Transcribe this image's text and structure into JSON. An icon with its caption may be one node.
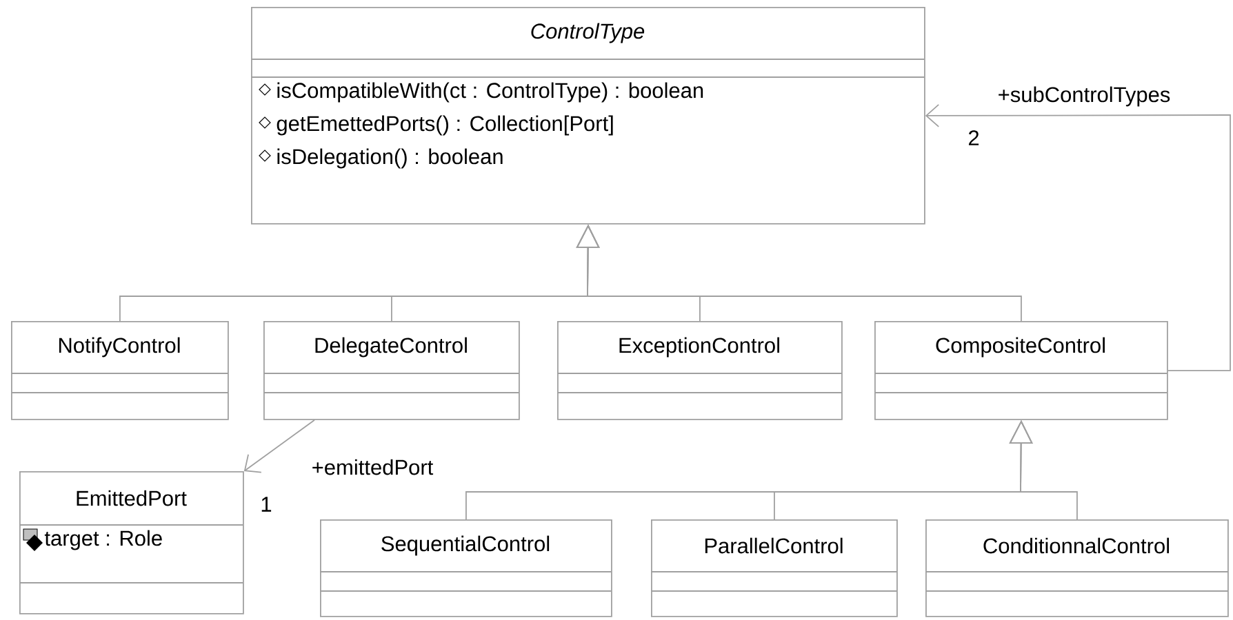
{
  "diagram": {
    "nodes": [
      {
        "text": [
          "ControlType",
          "isCompatibleWith(ct : ControlType) : boolean",
          "getEmettedPorts() : Collection[Port]",
          "isDelegation() : boolean"
        ]
      },
      {
        "text": [
          "NotifyControl"
        ]
      },
      {
        "text": [
          "DelegateControl"
        ]
      },
      {
        "text": [
          "ExceptionControl"
        ]
      },
      {
        "text": [
          "CompositeControl"
        ]
      },
      {
        "text": [
          "EmittedPort",
          "target : Role"
        ]
      },
      {
        "text": [
          "SequentialControl"
        ]
      },
      {
        "text": [
          "ParallelControl"
        ]
      },
      {
        "text": [
          "ConditionnalControl"
        ]
      }
    ],
    "edges": [
      {
        "from": 1,
        "to": 0,
        "arrow": "to"
      },
      {
        "from": 2,
        "to": 0,
        "arrow": "to"
      },
      {
        "from": 3,
        "to": 0,
        "arrow": "to"
      },
      {
        "from": 4,
        "to": 0,
        "arrow": "to"
      },
      {
        "from": 6,
        "to": 4,
        "arrow": "to"
      },
      {
        "from": 7,
        "to": 4,
        "arrow": "to"
      },
      {
        "from": 8,
        "to": 4,
        "arrow": "to"
      },
      {
        "from": 4,
        "to": 0,
        "arrow": "to",
        "label": "+subControlTypes"
      },
      {
        "from": 2,
        "to": 5,
        "arrow": "to",
        "label": "+emittedPort"
      }
    ],
    "labels": [
      "2",
      "1"
    ]
  }
}
